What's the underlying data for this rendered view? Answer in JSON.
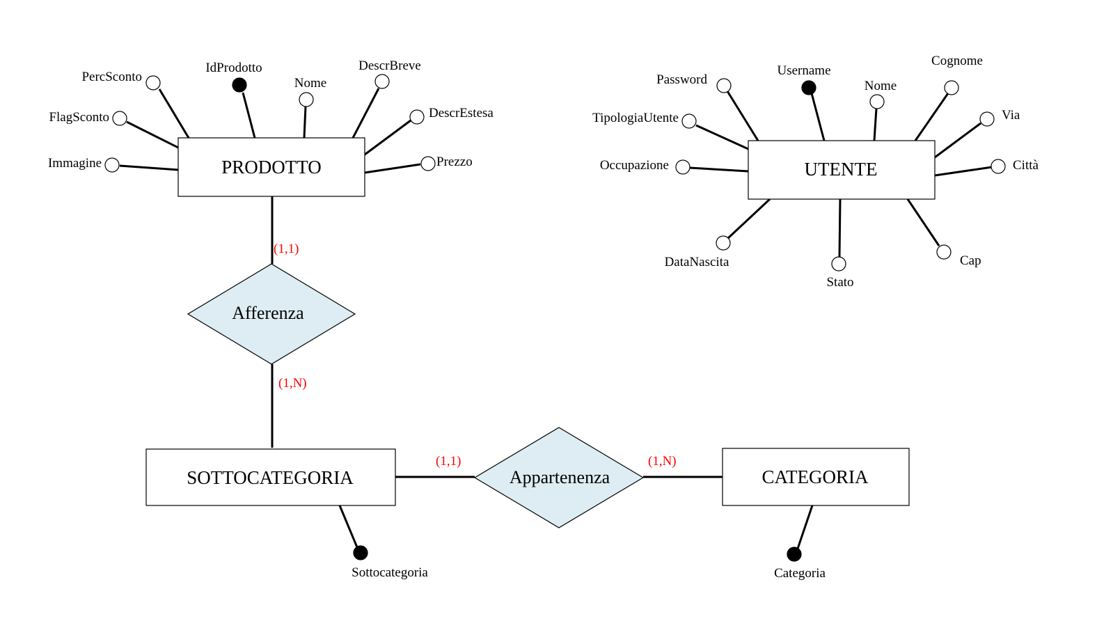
{
  "entities": {
    "prodotto": "PRODOTTO",
    "utente": "UTENTE",
    "sottocategoria": "SOTTOCATEGORIA",
    "categoria": "CATEGORIA"
  },
  "relationships": {
    "afferenza": "Afferenza",
    "appartenenza": "Appartenenza"
  },
  "attributes": {
    "prodotto": {
      "perc_sconto": "PercSconto",
      "id_prodotto": "IdProdotto",
      "nome": "Nome",
      "descr_breve": "DescrBreve",
      "flag_sconto": "FlagSconto",
      "descr_estesa": "DescrEstesa",
      "immagine": "Immagine",
      "prezzo": "Prezzo"
    },
    "utente": {
      "password": "Password",
      "username": "Username",
      "nome": "Nome",
      "cognome": "Cognome",
      "tipologia_utente": "TipologiaUtente",
      "via": "Via",
      "occupazione": "Occupazione",
      "citta": "Città",
      "data_nascita": "DataNascita",
      "stato": "Stato",
      "cap": "Cap"
    },
    "sottocategoria": {
      "sottocategoria": "Sottocategoria"
    },
    "categoria": {
      "categoria": "Categoria"
    }
  },
  "cardinalities": {
    "prodotto_afferenza": "(1,1)",
    "sottocategoria_afferenza": "(1,N)",
    "sottocategoria_appartenenza": "(1,1)",
    "categoria_appartenenza": "(1,N)"
  },
  "colors": {
    "diamond_fill": "#ddedf3",
    "cardinality": "#ff0000",
    "key_attribute": "#000000",
    "line": "#000000"
  }
}
